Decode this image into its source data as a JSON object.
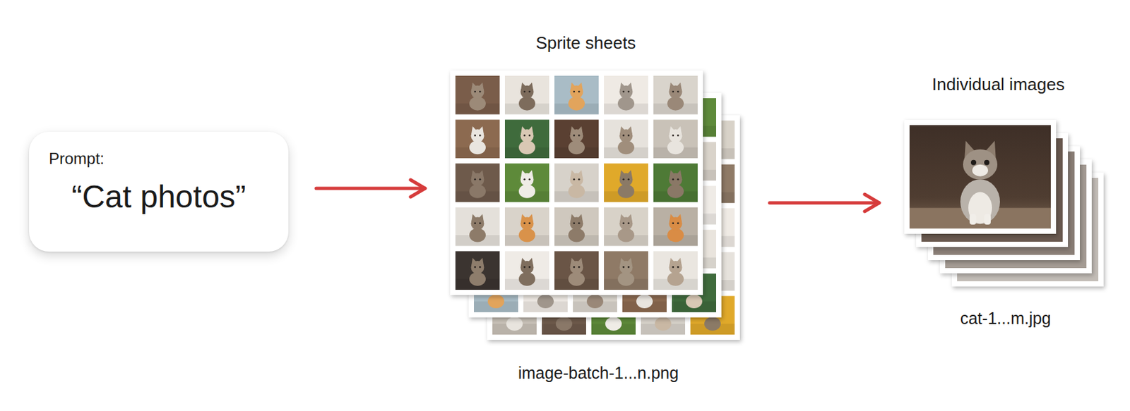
{
  "diagram": {
    "nodes": [
      {
        "text": [
          "Prompt:",
          "“Cat photos”"
        ]
      },
      {
        "text": [
          "Sprite sheets",
          "image-batch-1...n.png"
        ]
      },
      {
        "text": [
          "Individual images",
          "cat-1...m.jpg"
        ]
      }
    ],
    "edges": [
      {
        "from": 0,
        "to": 1,
        "arrow": "to"
      },
      {
        "from": 1,
        "to": 2,
        "arrow": "to"
      }
    ]
  }
}
